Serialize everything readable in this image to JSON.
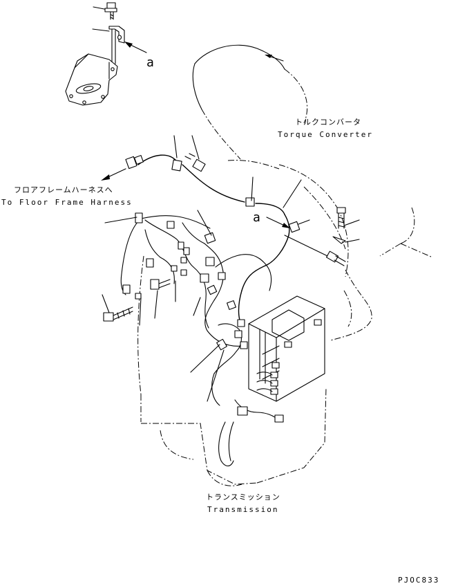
{
  "labels": {
    "torque_converter_jp": "トルクコンバータ",
    "torque_converter_en": "Torque Converter",
    "floor_harness_jp": "フロアフレームハーネスへ",
    "floor_harness_en": "To Floor Frame Harness",
    "transmission_jp": "トランスミッション",
    "transmission_en": "Transmission",
    "detail_ref_top": "a",
    "detail_ref_mid": "a",
    "drawing_code": "PJOC833"
  }
}
